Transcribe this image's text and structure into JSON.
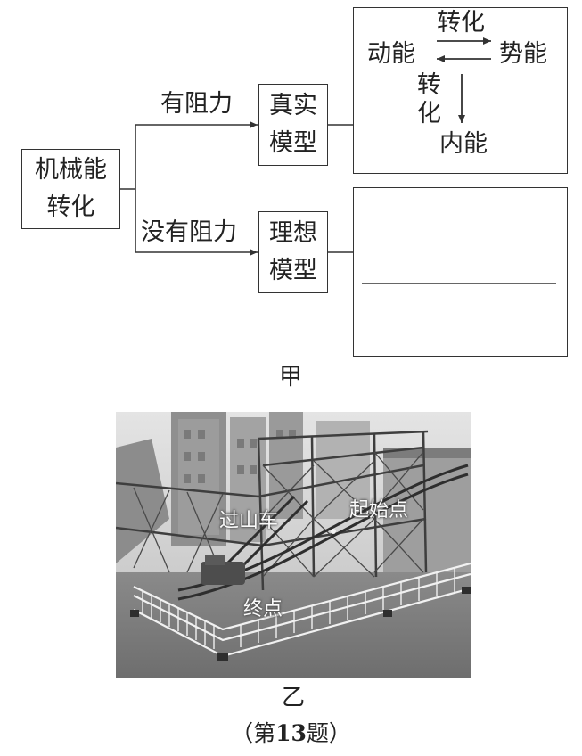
{
  "diagram": {
    "source_box": {
      "line1": "机械能",
      "line2": "转化"
    },
    "branch_top": {
      "condition": "有阻力",
      "model_line1": "真实",
      "model_line2": "模型"
    },
    "branch_bottom": {
      "condition": "没有阻力",
      "model_line1": "理想",
      "model_line2": "模型"
    },
    "real_result": {
      "kinetic": "动能",
      "potential": "势能",
      "convert_top": "转化",
      "convert_side_1": "转",
      "convert_side_2": "化",
      "internal": "内能"
    },
    "ideal_result": {
      "blank": ""
    },
    "figure_label": "甲"
  },
  "photo": {
    "label_coaster": "过山车",
    "label_start": "起始点",
    "label_end": "终点",
    "figure_label": "乙"
  },
  "caption": {
    "open": "（第",
    "number": "13",
    "close": "题）"
  }
}
